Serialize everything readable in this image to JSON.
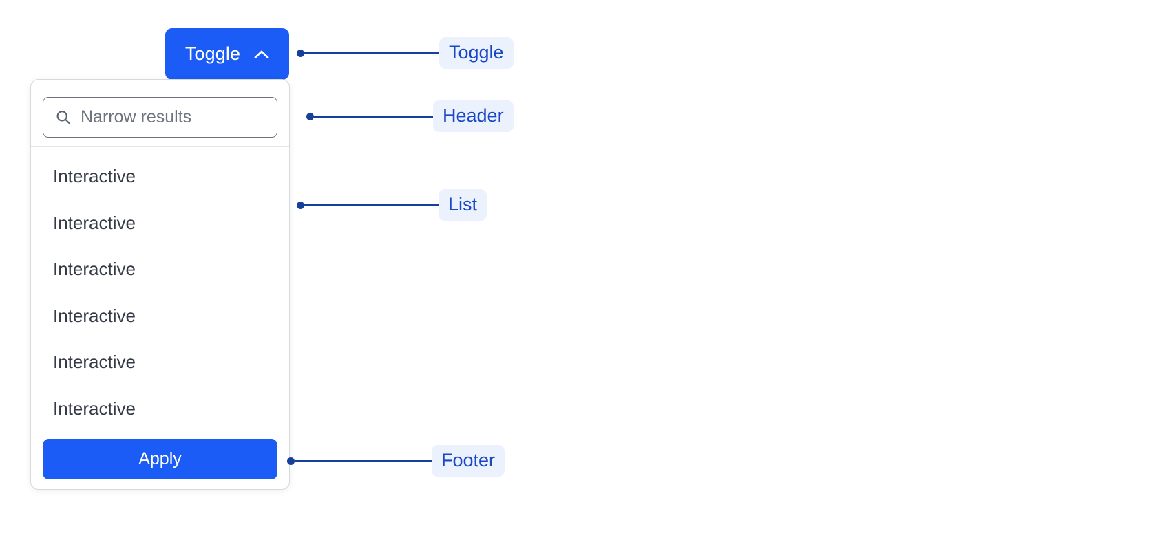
{
  "toggle": {
    "label": "Toggle",
    "icon": "chevron-up-icon",
    "expanded": true,
    "background": "#1a5cf5",
    "text_color": "#ffffff"
  },
  "panel": {
    "header": {
      "search": {
        "icon": "search-icon",
        "placeholder": "Narrow results",
        "value": ""
      }
    },
    "list": {
      "items": [
        {
          "label": "Interactive"
        },
        {
          "label": "Interactive"
        },
        {
          "label": "Interactive"
        },
        {
          "label": "Interactive"
        },
        {
          "label": "Interactive"
        },
        {
          "label": "Interactive"
        }
      ]
    },
    "footer": {
      "apply_label": "Apply",
      "background": "#1a5cf5"
    },
    "border_color": "#d6d9de"
  },
  "annotations": [
    {
      "label": "Toggle",
      "target": "toggle-button"
    },
    {
      "label": "Header",
      "target": "panel-header"
    },
    {
      "label": "List",
      "target": "panel-list"
    },
    {
      "label": "Footer",
      "target": "panel-footer"
    }
  ],
  "colors": {
    "accent": "#1a5cf5",
    "annotation_line": "#17409c",
    "annotation_pill_bg": "#ebf1fd",
    "annotation_pill_text": "#1a48c4",
    "list_text": "#343a46",
    "placeholder_text": "#6f7480"
  }
}
